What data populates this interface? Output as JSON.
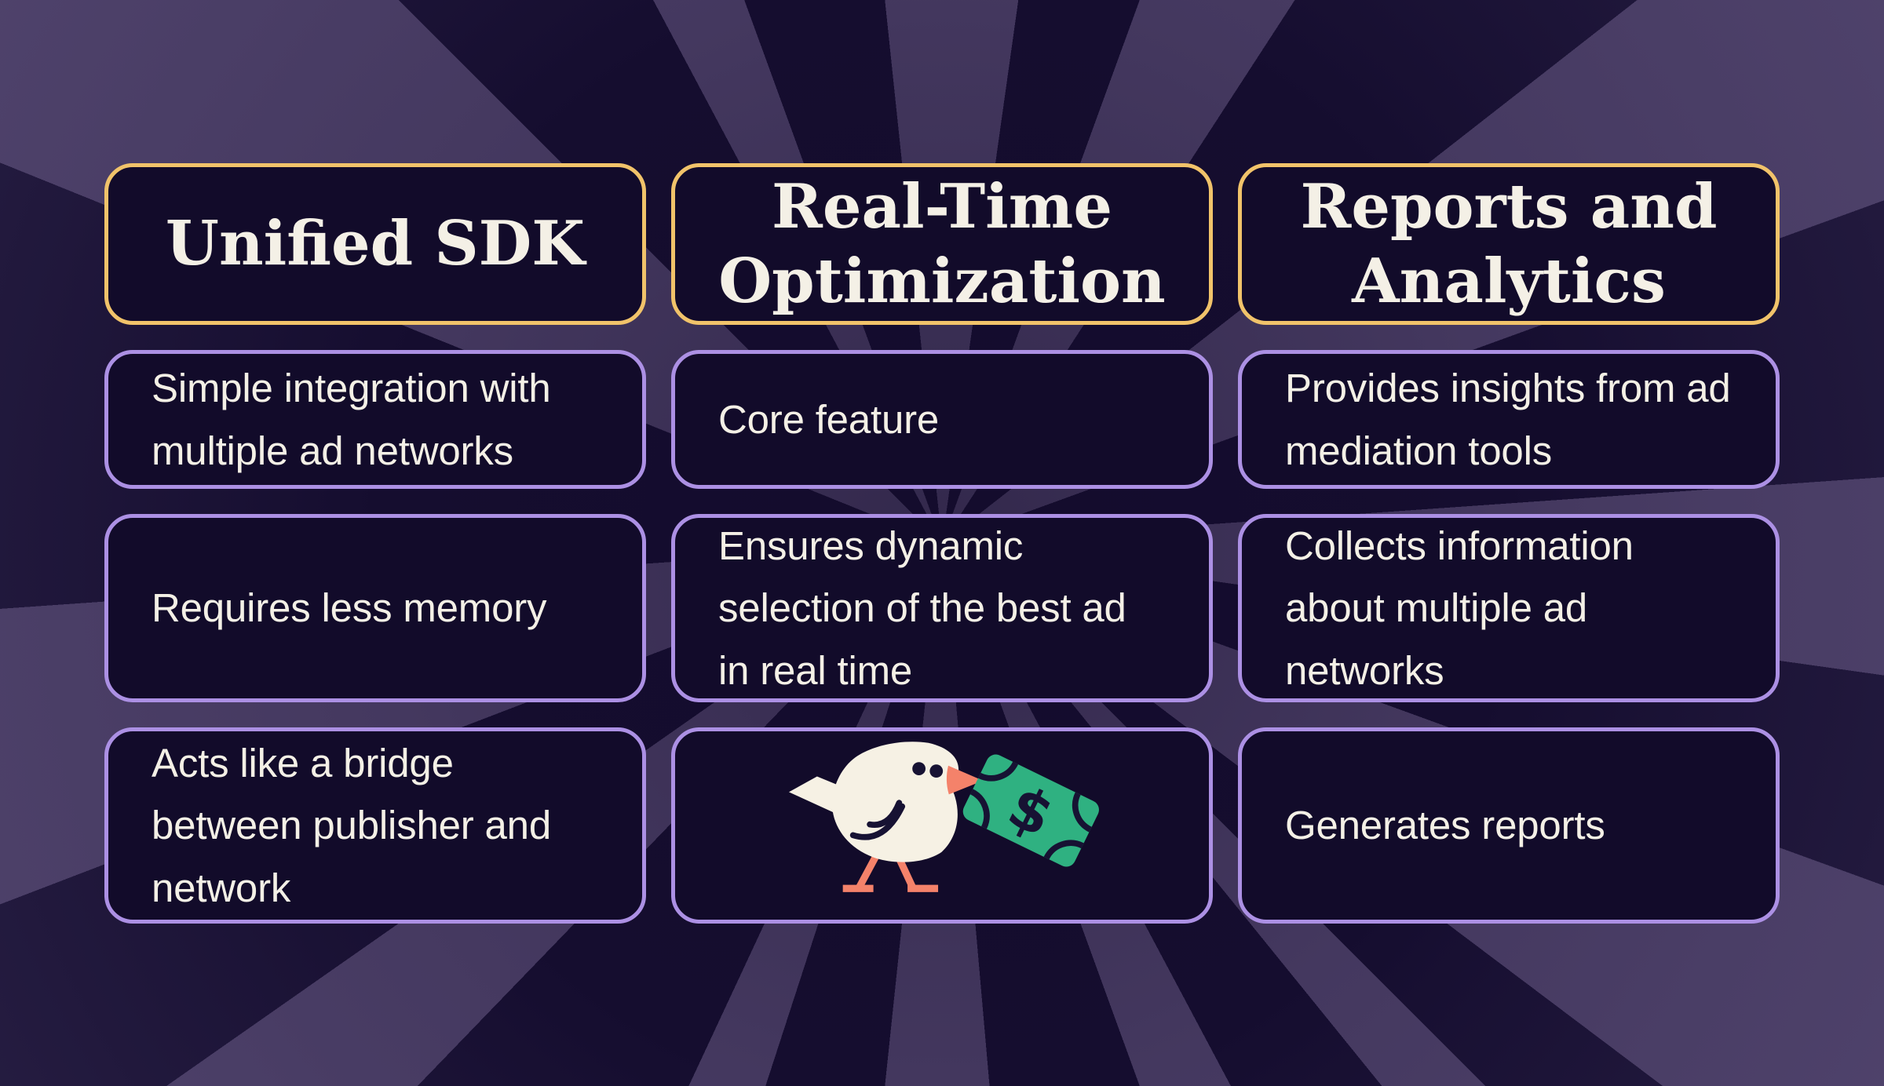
{
  "colors": {
    "background_dark_ray": "#150d2f",
    "background_light_ray": "#44385f",
    "card_background": "#120b2a",
    "header_border": "#f1c36a",
    "cell_border": "#ac90e4",
    "text": "#f4f0e6",
    "bird_body": "#f6f1e4",
    "bird_accent": "#f4826a",
    "money_green": "#2fb181",
    "ink": "#171233"
  },
  "table": {
    "columns": [
      {
        "header": "Unified SDK",
        "cells": [
          "Simple integration with multiple ad networks",
          "Requires less memory",
          "Acts like a bridge between publisher and network"
        ]
      },
      {
        "header": "Real-Time Optimization",
        "cells": [
          "Core feature",
          "Ensures dynamic selection of the best ad in real time",
          ""
        ],
        "illustration": "bird-carrying-money"
      },
      {
        "header": "Reports and Analytics",
        "cells": [
          "Provides insights from ad mediation tools",
          "Collects information about multiple ad networks",
          "Generates reports"
        ]
      }
    ]
  },
  "illustration": {
    "name": "bird-carrying-money",
    "dollar_sign": "$"
  }
}
